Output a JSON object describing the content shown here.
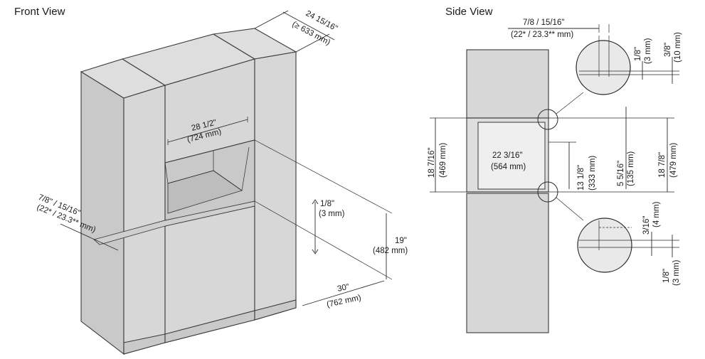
{
  "front_view": {
    "title": "Front View",
    "dims": {
      "depth_top": "24 15/16\"",
      "depth_top_mm": "(≥ 633 mm)",
      "niche_width": "28 1/2\"",
      "niche_width_mm": "(724 mm)",
      "gap_left": "7/8\" / 15/16\"",
      "gap_left_mm": "(22* / 23.3** mm)",
      "small_gap": "1/8\"",
      "small_gap_mm": "(3 mm)",
      "height": "19\"",
      "height_mm": "(482 mm)",
      "depth_floor": "30\"",
      "depth_floor_mm": "(762 mm)"
    }
  },
  "side_view": {
    "title": "Side View",
    "dims": {
      "top_gap": "7/8 / 15/16\"",
      "top_gap_mm": "(22* / 23.3** mm)",
      "d1": "1/8\"",
      "d1_mm": "(3 mm)",
      "d2": "3/8\"",
      "d2_mm": "(10 mm)",
      "left_height": "18 7/16\"",
      "left_height_mm": "(469 mm)",
      "inner_width": "22 3/16\"",
      "inner_width_mm": "(564 mm)",
      "inner_height": "13 1/8\"",
      "inner_height_mm": "(333 mm)",
      "offset": "5 5/16\"",
      "offset_mm": "(135 mm)",
      "right_height": "18 7/8\"",
      "right_height_mm": "(479 mm)",
      "d3": "3/16\"",
      "d3_mm": "(4 mm)",
      "d4": "1/8\"",
      "d4_mm": "(3 mm)"
    }
  }
}
